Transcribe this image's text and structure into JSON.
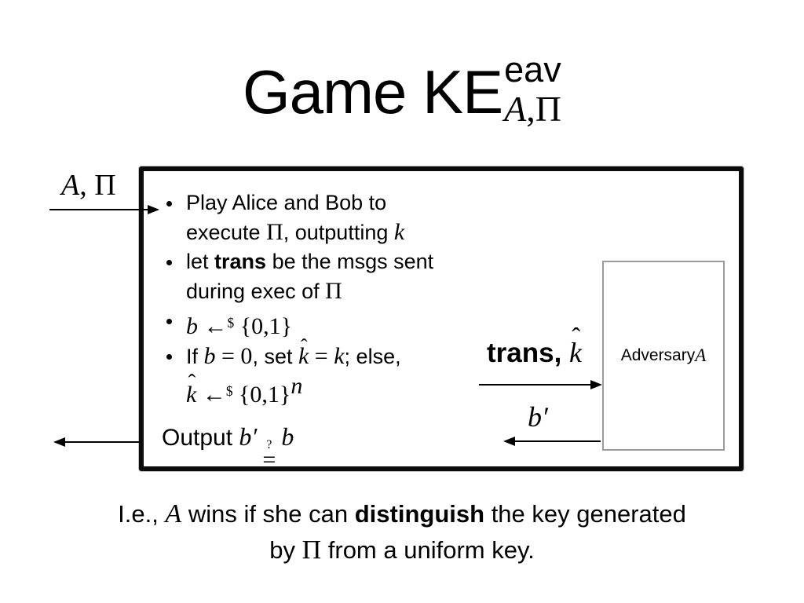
{
  "colors": {
    "background": "#ffffff",
    "text": "#000000",
    "game_box_border": "#0b0b0b",
    "adversary_box_border": "#9b9b9b"
  },
  "hat": "ˆ",
  "title": {
    "main": "Game KE",
    "sup": "eav",
    "script_a": "A",
    "sub_rest": ",Π"
  },
  "input_label": {
    "script_a": "A",
    "rest": ", Π"
  },
  "box": {
    "b1": {
      "t1": "Play Alice and Bob to",
      "t2a": "execute ",
      "pi": "Π",
      "t2b": ", outputting ",
      "k": "k"
    },
    "b2": {
      "t1a": "let ",
      "trans": "trans",
      "t1b": " be the msgs sent",
      "t2a": "during exec of ",
      "pi": "Π"
    },
    "b3": {
      "b": "b",
      "arrow": " ←",
      "dollar": "$",
      "set": " {0,1}"
    },
    "b4": {
      "t1a": "If ",
      "b": "b",
      "m1": " = 0",
      "t1b": ", set ",
      "khat": "k",
      "m2": " = ",
      "k": "k",
      "t1c": "; else,",
      "khat2": "k",
      "arrow": " ←",
      "dollar": "$",
      "set": " {0,1}",
      "exp": "n"
    },
    "output": {
      "label": "Output ",
      "bprime": "b′",
      "q": "?",
      "eq": "=",
      "b": "b"
    }
  },
  "adversary": {
    "label": "Adversary ",
    "script_a": "A"
  },
  "trans_label": {
    "bold": "trans, ",
    "khat": "k"
  },
  "bprime_label": "b′",
  "caption": {
    "t1a": "I.e., ",
    "script_a": "A",
    "t1b": " wins if she can ",
    "bold": "distinguish",
    "t1c": " the key generated",
    "t2a": "by ",
    "pi": "Π",
    "t2b": " from a uniform key."
  }
}
